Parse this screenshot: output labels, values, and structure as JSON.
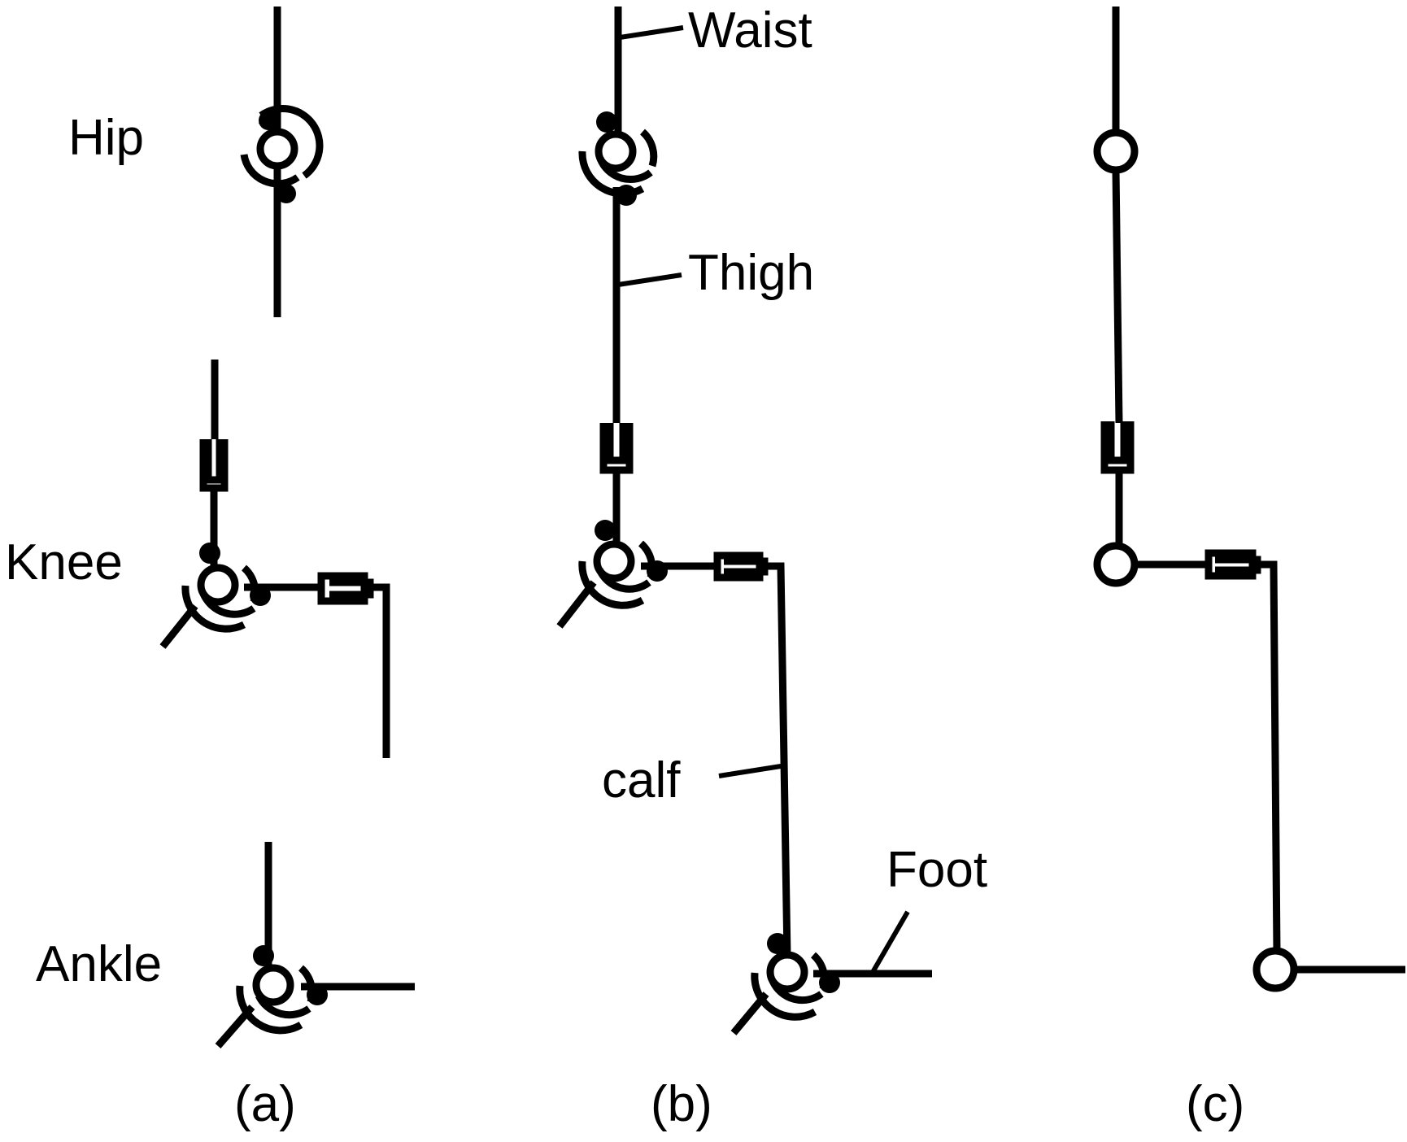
{
  "labels": {
    "hip": "Hip",
    "knee": "Knee",
    "ankle": "Ankle",
    "waist": "Waist",
    "thigh": "Thigh",
    "calf": "calf",
    "foot": "Foot"
  },
  "captions": {
    "a": "(a)",
    "b": "(b)",
    "c": "(c)"
  },
  "colors": {
    "stroke": "#000000",
    "background": "#ffffff"
  }
}
